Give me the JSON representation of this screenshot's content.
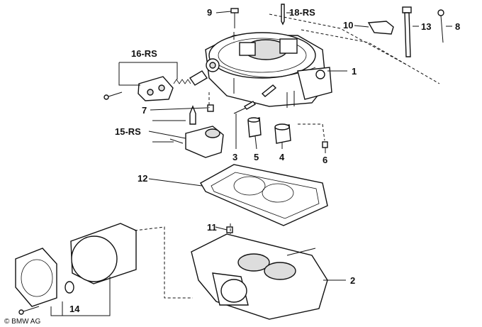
{
  "labels": {
    "p1": "1",
    "p2": "2",
    "p3": "3",
    "p4": "4",
    "p5": "5",
    "p6": "6",
    "p7": "7",
    "p8": "8",
    "p9": "9",
    "p10": "10",
    "p11": "11",
    "p12": "12",
    "p13": "13",
    "p14": "14",
    "p15": "15-RS",
    "p16": "16-RS",
    "p18": "18-RS"
  },
  "copyright": "© BMW AG"
}
